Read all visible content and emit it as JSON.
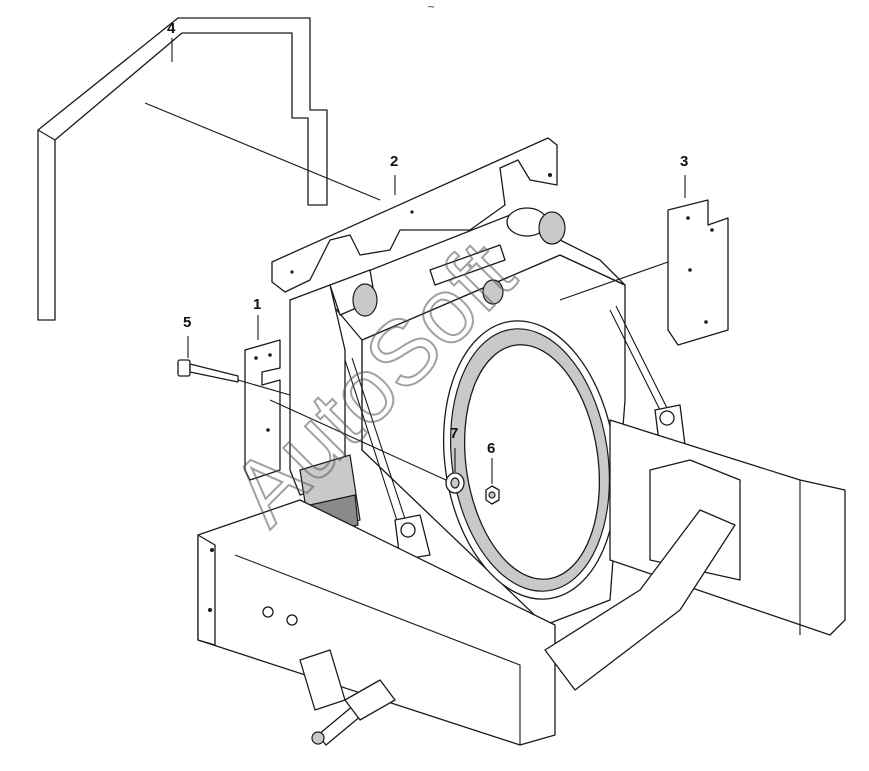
{
  "diagram": {
    "top_mark": "~",
    "callouts": [
      {
        "id": "1",
        "label": "1"
      },
      {
        "id": "2",
        "label": "2"
      },
      {
        "id": "3",
        "label": "3"
      },
      {
        "id": "4",
        "label": "4"
      },
      {
        "id": "5",
        "label": "5"
      },
      {
        "id": "6",
        "label": "6"
      },
      {
        "id": "7",
        "label": "7"
      }
    ],
    "watermark": "AutoSoft"
  },
  "colors": {
    "background": "#ffffff",
    "line": "#1a1a1a",
    "shade": "#c9c9c9"
  }
}
